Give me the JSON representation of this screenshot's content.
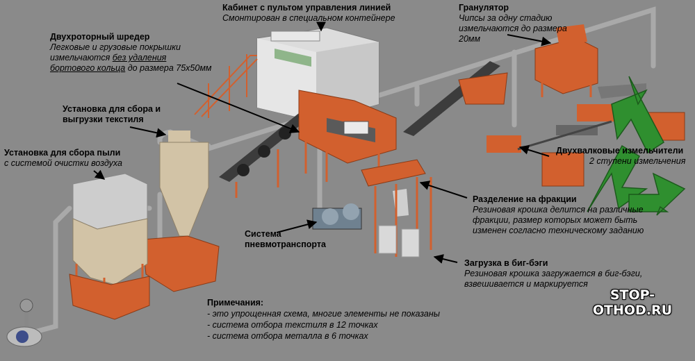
{
  "colors": {
    "background": "#8a8a8a",
    "machine": "#d2602e",
    "cyclone": "#d2c3a6",
    "pipe": "#a9a9a9",
    "recycle": "#2f8f2f"
  },
  "labels": {
    "cabinet": {
      "title": "Кабинет с пультом управления линией",
      "desc": "Смонтирован в специальном контейнере"
    },
    "shredder": {
      "title": "Двухроторный шредер",
      "desc1": "Легковые и грузовые покрышки",
      "desc2a": "измельчаются ",
      "desc2b": "без удаления",
      "desc3a": "бортового кольца",
      "desc3b": " до размера 75х50мм"
    },
    "textile": {
      "title1": "Установка для сбора и",
      "title2": "выгрузки текстиля"
    },
    "dust": {
      "title": "Установка для сбора пыли",
      "desc": "с системой очистки воздуха"
    },
    "granulator": {
      "title": "Гранулятор",
      "desc1": "Чипсы за одну стадию",
      "desc2": "измельчаются до размера",
      "desc3": "20мм"
    },
    "rollers": {
      "title": "Двухвалковые измельчители",
      "desc": "2 ступени измельчения"
    },
    "fraction": {
      "title": "Разделение на фракции",
      "desc1": "Резиновая крошка делится на различные",
      "desc2": "фракции, размер которых может быть",
      "desc3": "изменен согласно техническому заданию"
    },
    "pneumo": {
      "title1": "Система",
      "title2": "пневмотранспорта"
    },
    "bigbag": {
      "title": "Загрузка в биг-бэги",
      "desc1": "Резиновая крошка загружается в биг-бэги,",
      "desc2": "взвешивается и маркируется"
    }
  },
  "notes": {
    "heading": "Примечания:",
    "items": [
      "- это упрощенная схема, многие элементы не показаны",
      "- система отбора текстиля в 12 точках",
      "- система отбора металла в 6 точках"
    ]
  },
  "brand": "STOP-OTHOD.RU",
  "icons": [
    "recycle-icon"
  ]
}
